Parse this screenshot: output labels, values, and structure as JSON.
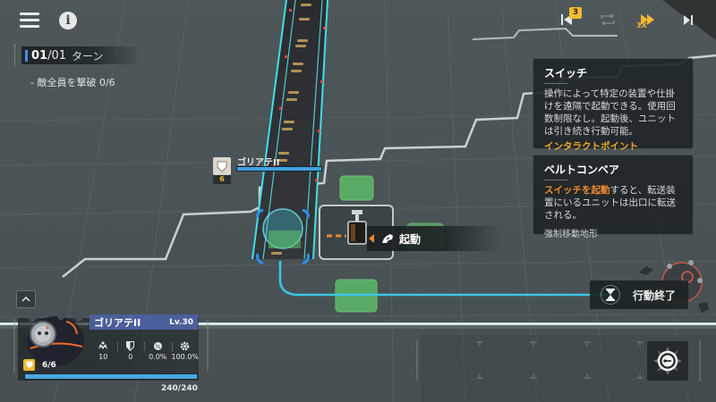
{
  "hud": {
    "menu_icon": "hamburger-menu-icon",
    "info_icon": "info-icon",
    "info_glyph": "i",
    "turn": {
      "current": "01",
      "total": "/01",
      "label": "ターン"
    },
    "objective": "- 敵全員を撃破 0/6"
  },
  "controls": {
    "undo": {
      "icon": "rewind-icon",
      "badge": "3"
    },
    "auto": {
      "icon": "auto-repeat-icon"
    },
    "speed": {
      "icon": "fast-forward-icon",
      "label": "3X",
      "color": "#f3b92f"
    },
    "skip": {
      "icon": "skip-end-icon"
    }
  },
  "info_panels": {
    "switch": {
      "title": "スイッチ",
      "description": "操作によって特定の装置や仕掛けを遠隔で起動できる。使用回数制限なし。起動後、ユニットは引き続き行動可能。",
      "tag": "インタラクトポイント",
      "tag_color": "#f0a82a"
    },
    "belt": {
      "title": "ベルトコンベア",
      "description_highlight": "スイッチを起動",
      "description_rest": "すると、転送装置にいるユニットは出口に転送される。",
      "tag": "強制移動地形"
    }
  },
  "map": {
    "unit_tag": {
      "name": "ゴリアテII",
      "shield_count": "6",
      "hp_color": "#3fa1df"
    },
    "activate_action": {
      "icon": "hand-tap-icon",
      "label": "起動"
    },
    "end_turn_action": {
      "icon": "hourglass-icon",
      "label": "行動終了"
    },
    "move_tile_color": "#5fc86a",
    "path_color": "#3cc6e8"
  },
  "unit_panel": {
    "collapse_icon": "chevron-up-icon",
    "name": "ゴリアテII",
    "level": "Lv.30",
    "stats": [
      {
        "icon": "attack-icon",
        "value": "10"
      },
      {
        "icon": "defense-icon",
        "value": "0"
      },
      {
        "icon": "crit-rate-icon",
        "value": "0.0%"
      },
      {
        "icon": "crit-damage-icon",
        "value": "100.0%"
      }
    ],
    "shield": "6/6",
    "hp": "240/240",
    "hp_color": "#48a8e2"
  },
  "skill_button": {
    "icon": "interact-skill-icon"
  }
}
